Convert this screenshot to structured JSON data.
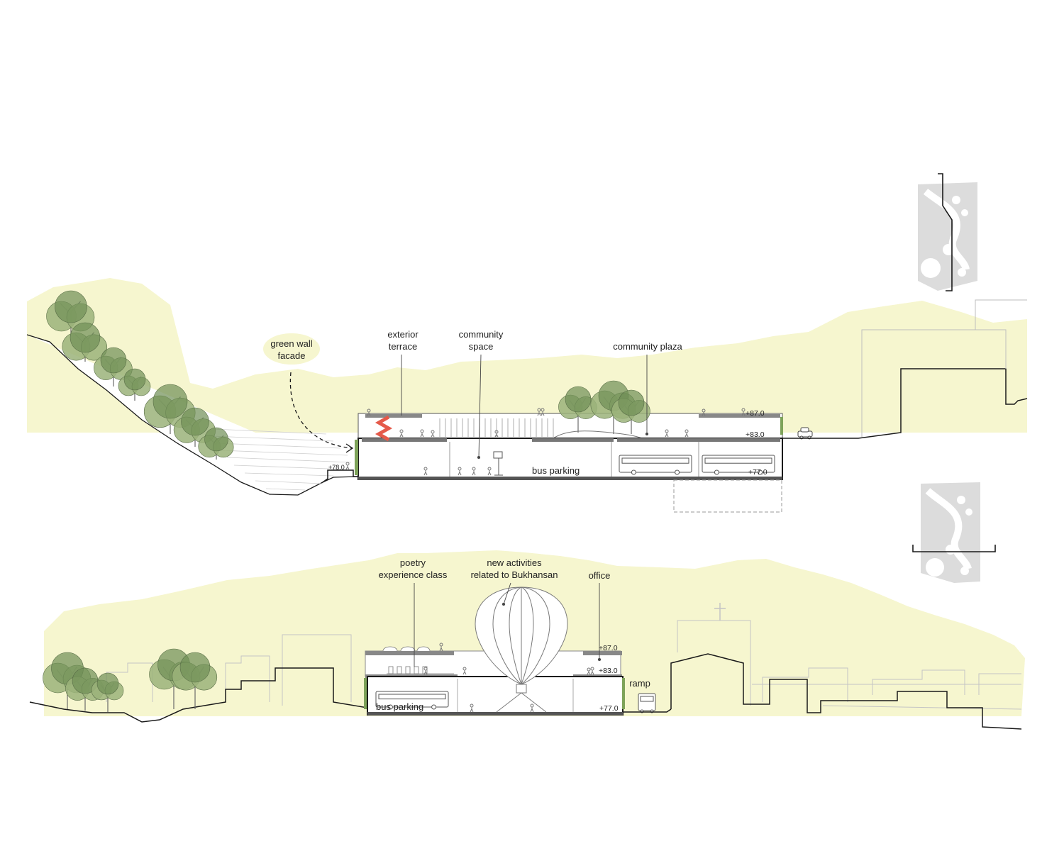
{
  "section_a": {
    "labels": {
      "green_wall": "green wall\nfacade",
      "exterior_terrace": "exterior\nterrace",
      "community_space": "community\nspace",
      "community_plaza": "community plaza",
      "bus_parking": "bus parking"
    },
    "elevations": {
      "roof": "+87.0",
      "plaza": "+83.0",
      "parking": "+77.0",
      "street_left": "+78.0"
    }
  },
  "section_b": {
    "labels": {
      "poetry": "poetry\nexperience class",
      "new_activities": "new activities\nrelated to Bukhansan",
      "office": "office",
      "ramp": "ramp",
      "bus_parking": "bus parking"
    },
    "elevations": {
      "roof": "+87.0",
      "plaza": "+83.0",
      "parking": "+77.0"
    }
  },
  "colors": {
    "mountain_fill": "#f6f6cf",
    "tree_fill": "#9bb37a",
    "tree_dark": "#6f8f55",
    "accent_slide": "#e55a4a",
    "line": "#1a1a1a",
    "light_line": "#bdbdbd",
    "key_plan": "#d9d9d9"
  },
  "icons": {
    "key_plan_a": "key-plan-section-a",
    "key_plan_b": "key-plan-section-b",
    "balloon": "hot-air-balloon",
    "bus": "bus-icon",
    "car": "car-icon",
    "tree": "tree-icon",
    "person": "person-icon"
  }
}
